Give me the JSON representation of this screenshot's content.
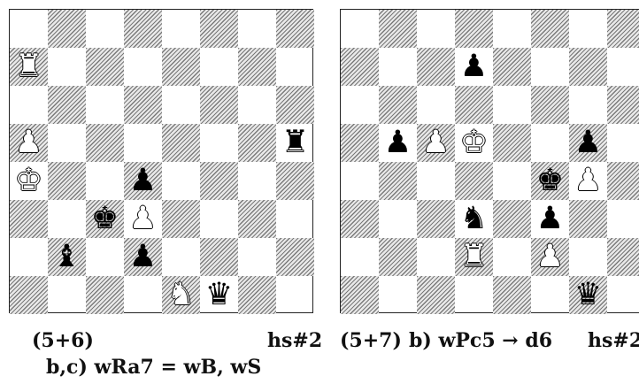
{
  "diagrams": [
    {
      "id": "left",
      "count": "(5+6)",
      "stipulation": "hs#2",
      "twin_line": "b,c) wRa7 = wB, wS",
      "pieces": [
        {
          "square": "a7",
          "color": "white",
          "type": "rook",
          "glyph": "♜"
        },
        {
          "square": "a5",
          "color": "white",
          "type": "pawn",
          "glyph": "♟"
        },
        {
          "square": "h5",
          "color": "black",
          "type": "rook",
          "glyph": "♜"
        },
        {
          "square": "a4",
          "color": "white",
          "type": "king",
          "glyph": "♚"
        },
        {
          "square": "d4",
          "color": "black",
          "type": "pawn",
          "glyph": "♟"
        },
        {
          "square": "c3",
          "color": "black",
          "type": "king",
          "glyph": "♚"
        },
        {
          "square": "d3",
          "color": "white",
          "type": "pawn",
          "glyph": "♟"
        },
        {
          "square": "b2",
          "color": "black",
          "type": "bishop",
          "glyph": "♝"
        },
        {
          "square": "d2",
          "color": "black",
          "type": "pawn",
          "glyph": "♟"
        },
        {
          "square": "e1",
          "color": "white",
          "type": "knight",
          "glyph": "♞"
        },
        {
          "square": "f1",
          "color": "black",
          "type": "queen",
          "glyph": "♛"
        }
      ]
    },
    {
      "id": "right",
      "count": "(5+7)",
      "twin": "b) wPc5 → d6",
      "stipulation": "hs#2",
      "pieces": [
        {
          "square": "d7",
          "color": "black",
          "type": "pawn",
          "glyph": "♟"
        },
        {
          "square": "b5",
          "color": "black",
          "type": "pawn",
          "glyph": "♟"
        },
        {
          "square": "c5",
          "color": "white",
          "type": "pawn",
          "glyph": "♟"
        },
        {
          "square": "d5",
          "color": "white",
          "type": "king",
          "glyph": "♚"
        },
        {
          "square": "g5",
          "color": "black",
          "type": "pawn",
          "glyph": "♟"
        },
        {
          "square": "f4",
          "color": "black",
          "type": "king",
          "glyph": "♚"
        },
        {
          "square": "g4",
          "color": "white",
          "type": "pawn",
          "glyph": "♟"
        },
        {
          "square": "d3",
          "color": "black",
          "type": "knight",
          "glyph": "♞"
        },
        {
          "square": "f3",
          "color": "black",
          "type": "pawn",
          "glyph": "♟"
        },
        {
          "square": "d2",
          "color": "white",
          "type": "rook",
          "glyph": "♜"
        },
        {
          "square": "f2",
          "color": "white",
          "type": "pawn",
          "glyph": "♟"
        },
        {
          "square": "g1",
          "color": "black",
          "type": "queen",
          "glyph": "♛"
        }
      ]
    }
  ]
}
